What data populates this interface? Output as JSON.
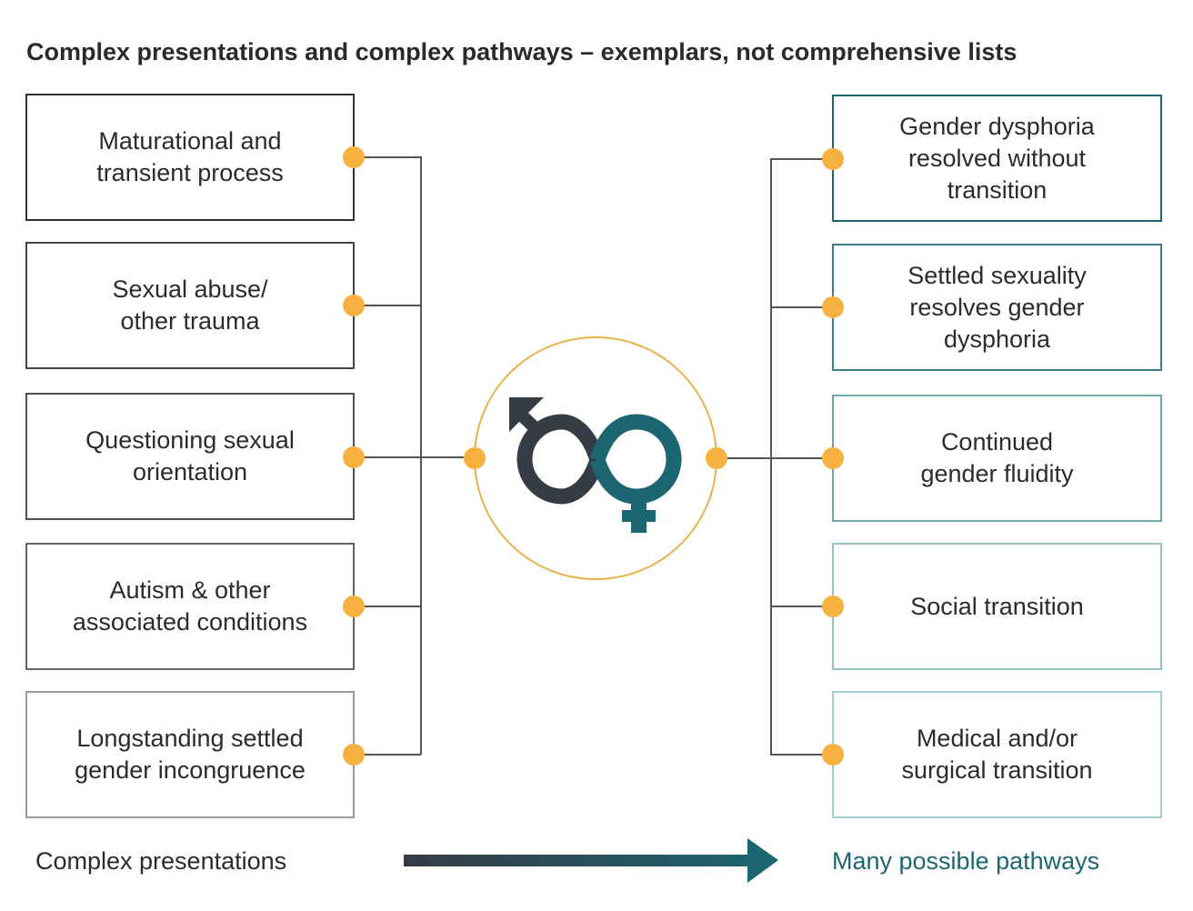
{
  "title": "Complex presentations and complex pathways – exemplars, not comprehensive lists",
  "presentations": [
    {
      "label": "Maturational and\ntransient process"
    },
    {
      "label": "Sexual abuse/\nother trauma"
    },
    {
      "label": "Questioning sexual\norientation"
    },
    {
      "label": "Autism & other\nassociated conditions"
    },
    {
      "label": "Longstanding settled\ngender incongruence"
    }
  ],
  "pathways": [
    {
      "label": "Gender dysphoria\nresolved without\ntransition"
    },
    {
      "label": "Settled sexuality\nresolves gender\ndysphoria"
    },
    {
      "label": "Continued\ngender fluidity"
    },
    {
      "label": "Social transition"
    },
    {
      "label": "Medical and/or\nsurgical transition"
    }
  ],
  "footer": {
    "left_label": "Complex presentations",
    "right_label": "Many possible pathways"
  },
  "center_icon": "gender-fluidity-symbol-icon",
  "colors": {
    "dot": "#f6b13f",
    "circle": "#e8b24a",
    "dark": "#353c46",
    "teal": "#1c6672",
    "teal_light": "#8fc3c5"
  }
}
